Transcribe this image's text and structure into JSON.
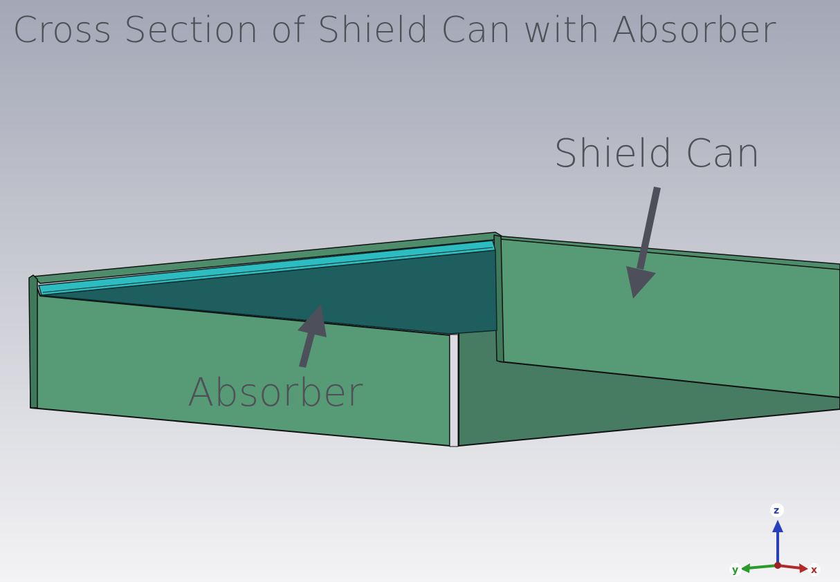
{
  "title": "Cross Section of Shield Can with Absorber",
  "labels": {
    "shield_can": "Shield Can",
    "absorber": "Absorber"
  },
  "axes_triad": {
    "x": "x",
    "y": "y",
    "z": "z"
  },
  "colors": {
    "background_top": "#a3a7b6",
    "background_bottom": "#f3f3f5",
    "shield_can": "#579b76",
    "shield_can_shadow": "#477c62",
    "absorber_edge": "#2dbcc0",
    "absorber_inner": "#1e5e5f",
    "annotation": "#4d4f5a",
    "axis_x": "#b02a2a",
    "axis_y": "#2a9a2a",
    "axis_z": "#2a3fc0"
  }
}
